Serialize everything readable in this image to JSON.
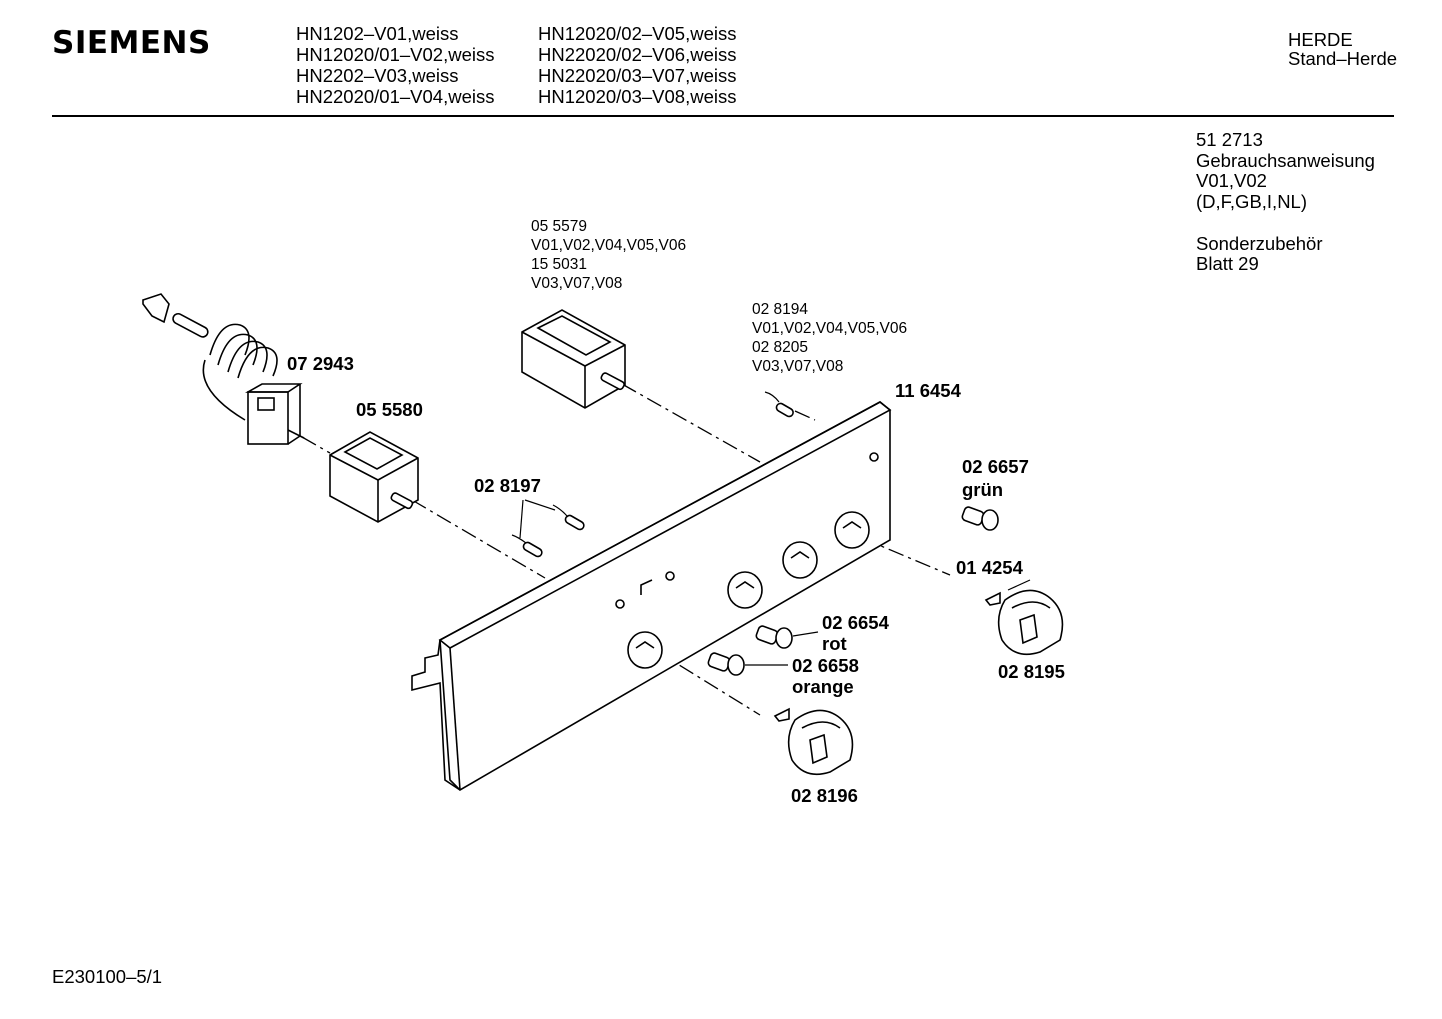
{
  "header": {
    "brand": "SIEMENS",
    "models_col1": [
      "HN1202–V01,weiss",
      "HN12020/01–V02,weiss",
      "HN2202–V03,weiss",
      "HN22020/01–V04,weiss"
    ],
    "models_col2": [
      "HN12020/02–V05,weiss",
      "HN22020/02–V06,weiss",
      "HN22020/03–V07,weiss",
      "HN12020/03–V08,weiss"
    ],
    "category": "HERDE",
    "subcategory": "Stand–Herde"
  },
  "side_notes": {
    "part": "51 2713",
    "doc": "Gebrauchsanweisung",
    "variants": "V01,V02",
    "languages": "(D,F,GB,I,NL)",
    "accessory": "Sonderzubehör",
    "sheet": "Blatt 29"
  },
  "parts": {
    "p072943": "07 2943",
    "p055580": "05 5580",
    "p028197": "02 8197",
    "p116454": "11 6454",
    "p026657": "02 6657",
    "p026657_color": "grün",
    "p014254": "01 4254",
    "p028195": "02 8195",
    "p026654": "02 6654",
    "p026654_color": "rot",
    "p026658": "02 6658",
    "p026658_color": "orange",
    "p028196": "02 8196",
    "switch_note": [
      "05 5579",
      "V01,V02,V04,V05,V06",
      "15 5031",
      "V03,V07,V08"
    ],
    "lamp_note": [
      "02 8194",
      "V01,V02,V04,V05,V06",
      "02 8205",
      "V03,V07,V08"
    ]
  },
  "footer": {
    "code": "E230100–5/1"
  }
}
